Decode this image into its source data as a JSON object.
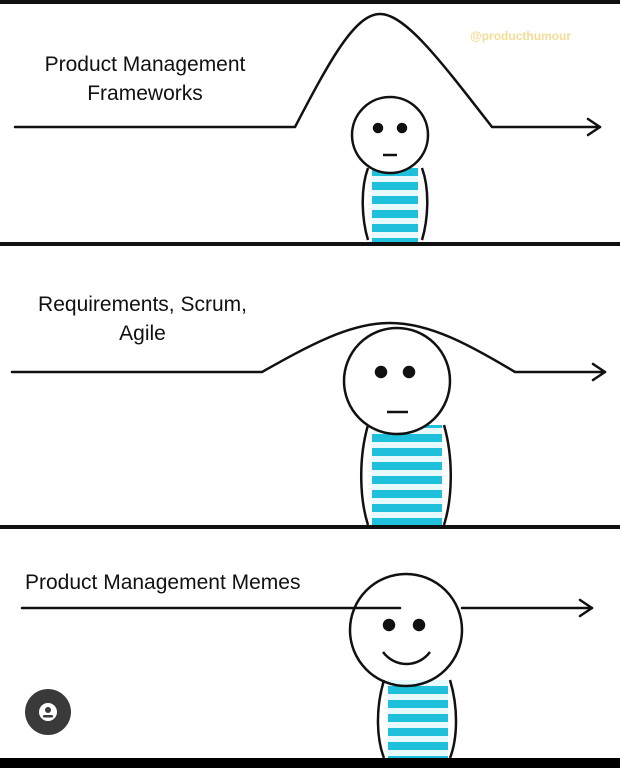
{
  "watermark": "@producthumour",
  "panels": [
    {
      "caption_line1": "Product Management",
      "caption_line2": "Frameworks",
      "expression": "neutral"
    },
    {
      "caption_line1": "Requirements, Scrum,",
      "caption_line2": "Agile",
      "expression": "neutral"
    },
    {
      "caption_line1": "Product Management Memes",
      "expression": "smile"
    }
  ],
  "colors": {
    "stripe": "#1fc0dc",
    "stripe_light": "#e6fafd",
    "line": "#111111",
    "avatar_button": "#3a3a3a"
  },
  "avatar_button_icon": "user-icon"
}
